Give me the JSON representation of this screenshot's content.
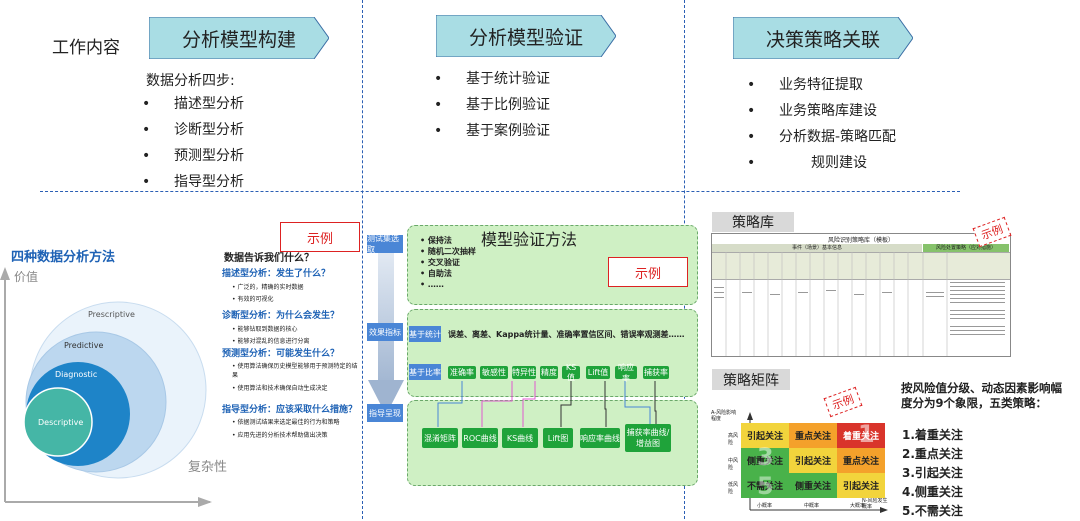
{
  "work_label": "工作内容",
  "headers": {
    "build": "分析模型构建",
    "verify": "分析模型验证",
    "decision": "决策策略关联"
  },
  "build": {
    "intro": "数据分析四步:",
    "items": [
      "描述型分析",
      "诊断型分析",
      "预测型分析",
      "指导型分析"
    ]
  },
  "verify": {
    "items": [
      "基于统计验证",
      "基于比例验证",
      "基于案例验证"
    ]
  },
  "decision": {
    "items": [
      "业务特征提取",
      "业务策略库建设",
      "分析数据-策略匹配",
      "规则建设"
    ]
  },
  "example_label": "示例",
  "circles": {
    "title": "四种数据分析方法",
    "value_axis": "价值",
    "complexity_axis": "复杂性",
    "rings": [
      "Prescriptive",
      "Predictive",
      "Diagnostic",
      "Descriptive"
    ]
  },
  "tellme": {
    "title": "数据告诉我们什么？",
    "sections": [
      {
        "head": "描述型分析：发生了什么？",
        "lines": [
          "广泛的，精确的实时数据",
          "有效的可视化"
        ]
      },
      {
        "head": "诊断型分析：为什么会发生？",
        "lines": [
          "能够钻取到数据的核心",
          "能够对混乱的信息进行分离"
        ]
      },
      {
        "head": "预测型分析：可能发生什么？",
        "lines": [
          "使用算法确保历史模型能够用于预测特定的结果",
          "使用算法和技术确保自动生成决定"
        ]
      },
      {
        "head": "指导型分析：应该采取什么措施？",
        "lines": [
          "依据测试结果来选定最佳的行为和策略",
          "应用先进的分析技术帮助做出决策"
        ]
      }
    ]
  },
  "method": {
    "title": "模型验证方法",
    "steps": [
      "测试集选取",
      "效果指标",
      "指导呈现"
    ],
    "split_items": [
      "保持法",
      "随机二次抽样",
      "交叉验证",
      "自助法",
      "……"
    ],
    "stat_label": "基于统计",
    "stat_text": "误差、离差、Kappa统计量、准确率置信区间、错误率观测差……",
    "ratio_label": "基于比率",
    "ratio_items": [
      "准确率",
      "敏感性",
      "特异性",
      "精度",
      "KS值",
      "Lift值",
      "响应率",
      "捕获率"
    ],
    "charts": [
      "混淆矩阵",
      "ROC曲线",
      "KS曲线",
      "Lift图",
      "响应率曲线",
      "捕获率曲线/增益图"
    ]
  },
  "policy_lib": {
    "title": "策略库",
    "table_title": "风险识别策略库（模板）",
    "group1": "事件（场景）基本信息",
    "group2": "风险处置策略（应对措施）"
  },
  "matrix": {
    "title": "策略矩阵",
    "y_label": "A-风险影响程度",
    "x_label": "N-风险发生概率",
    "x_ticks": [
      "小概率",
      "中概率",
      "大概率"
    ],
    "y_ticks": [
      "高风险",
      "中风险",
      "低风险"
    ],
    "cells": [
      [
        "引起关注",
        "重点关注",
        "着重关注"
      ],
      [
        "侧重关注",
        "引起关注",
        "重点关注"
      ],
      [
        "不需关注",
        "侧重关注",
        "引起关注"
      ]
    ],
    "numbers": [
      "1",
      "3",
      "5"
    ],
    "colors": {
      "red": "#d9342b",
      "orange": "#f4a12b",
      "yellow": "#f2d43c",
      "green": "#49b24a"
    }
  },
  "strategy": {
    "desc": "按风险值分级、动态因素影响幅度分为9个象限，五类策略：",
    "items": [
      "1.着重关注",
      "2.重点关注",
      "3.引起关注",
      "4.侧重关注",
      "5.不需关注"
    ]
  }
}
